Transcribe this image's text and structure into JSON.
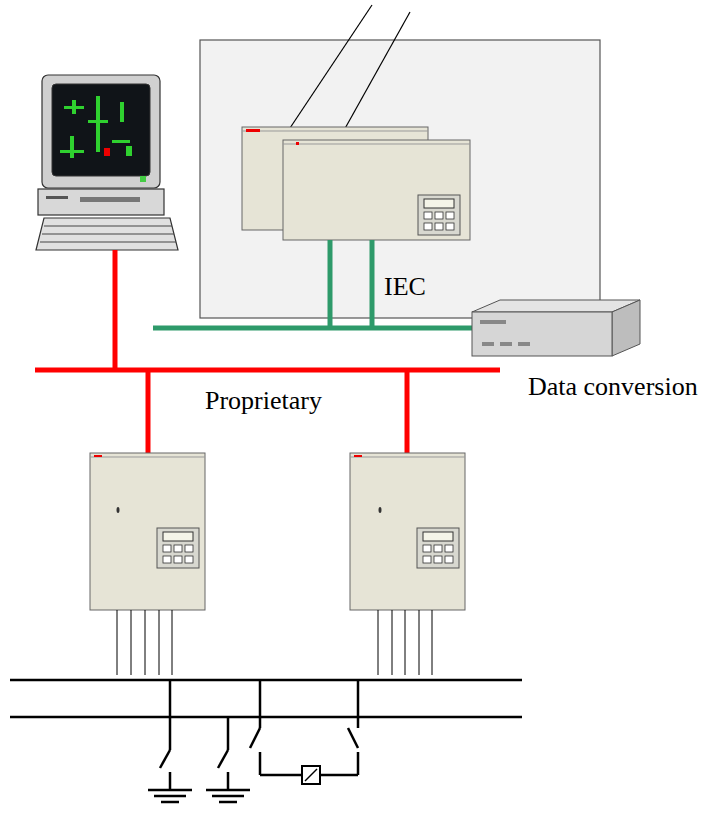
{
  "diagram": {
    "nodes": [
      {
        "text": [
          "Data conversion"
        ]
      }
    ],
    "labels": [
      "IEC",
      "Proprietary"
    ]
  }
}
